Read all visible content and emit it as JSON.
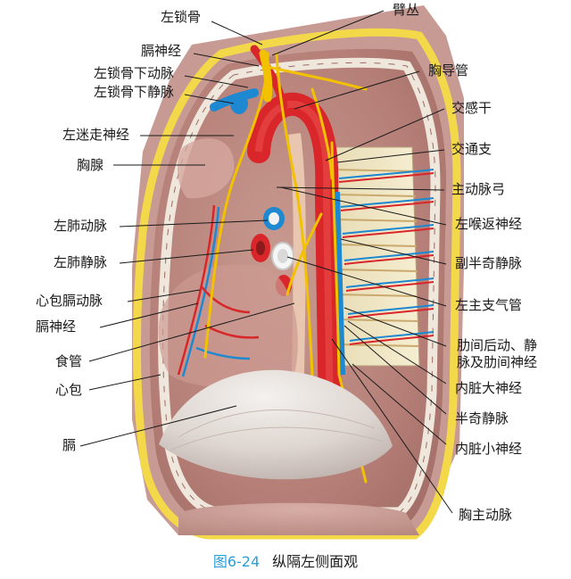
{
  "labels_left": [
    {
      "key": "left_clavicle",
      "text": "左锁骨"
    },
    {
      "key": "phrenic_top",
      "text": "膈神经"
    },
    {
      "key": "subclavian_artery",
      "text": "左锁骨下动脉"
    },
    {
      "key": "subclavian_vein",
      "text": "左锁骨下静脉"
    },
    {
      "key": "vagus",
      "text": "左迷走神经"
    },
    {
      "key": "thymus",
      "text": "胸腺"
    },
    {
      "key": "pulmonary_artery",
      "text": "左肺动脉"
    },
    {
      "key": "pulmonary_vein",
      "text": "左肺静脉"
    },
    {
      "key": "pericardiophrenic",
      "text": "心包膈动脉"
    },
    {
      "key": "phrenic_nerve",
      "text": "膈神经"
    },
    {
      "key": "esophagus",
      "text": "食管"
    },
    {
      "key": "pericardium",
      "text": "心包"
    },
    {
      "key": "diaphragm",
      "text": "膈"
    }
  ],
  "labels_right": [
    {
      "key": "brachial_plexus",
      "text": "臂丛"
    },
    {
      "key": "thoracic_duct",
      "text": "胸导管"
    },
    {
      "key": "sympathetic_trunk",
      "text": "交感干"
    },
    {
      "key": "communicating_branch",
      "text": "交通支"
    },
    {
      "key": "aortic_arch",
      "text": "主动脉弓"
    },
    {
      "key": "recurrent_laryngeal",
      "text": "左喉返神经"
    },
    {
      "key": "accessory_hemiazygos",
      "text": "副半奇静脉"
    },
    {
      "key": "left_bronchus",
      "text": "左主支气管"
    },
    {
      "key": "intercostal_line1",
      "text": "肋间后动、静"
    },
    {
      "key": "intercostal_line2",
      "text": "脉及肋间神经"
    },
    {
      "key": "greater_splanchnic",
      "text": "内脏大神经"
    },
    {
      "key": "hemiazygos",
      "text": "半奇静脉"
    },
    {
      "key": "lesser_splanchnic",
      "text": "内脏小神经"
    },
    {
      "key": "thoracic_aorta",
      "text": "胸主动脉"
    }
  ],
  "caption": {
    "figure_number": "图6-24",
    "title": "纵隔左侧面观"
  },
  "colors": {
    "artery": "#d8262a",
    "vein": "#1e88d0",
    "nerve": "#f2c200",
    "pleura_border": "#f3d94a",
    "caption_accent": "#2a9ed8",
    "tissue": "#c98f86"
  }
}
